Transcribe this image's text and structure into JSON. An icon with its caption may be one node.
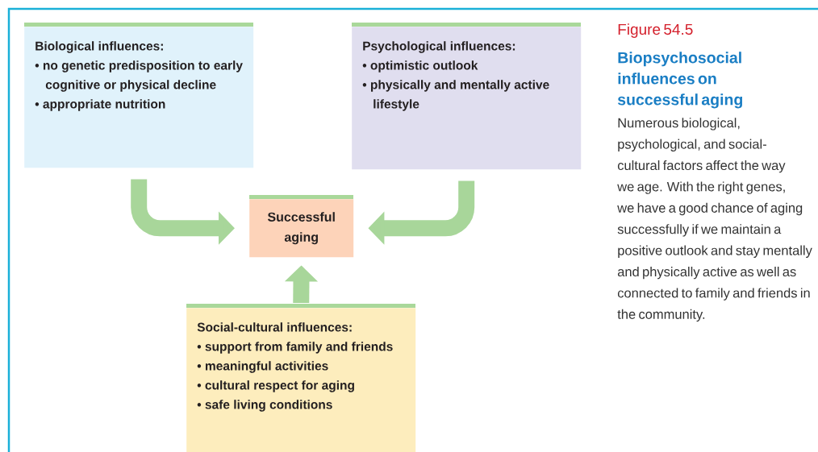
{
  "diagram": {
    "title": "Biopsychosocial influences on successful aging",
    "caption": "Numerous biological, psychological, and social-cultural factors affect the way we age. With the right genes, we have a good chance of aging successfully if we maintain a positive outlook and stay mentally and physically active as well as connected to family and friends in the community.",
    "nodes": [
      {
        "text": [
          "Biological influences:",
          "• no genetic predisposition to early cognitive or physical decline",
          "• appropriate nutrition"
        ]
      },
      {
        "text": [
          "Psychological influences:",
          "• optimistic outlook",
          "• physically and mentally active lifestyle"
        ]
      },
      {
        "text": [
          "Successful aging"
        ]
      },
      {
        "text": [
          "Social-cultural influences:",
          "• support from family and friends",
          "• meaningful activities",
          "• cultural respect for aging",
          "• safe living conditions"
        ]
      }
    ],
    "edges": [
      {
        "from": 0,
        "to": 2,
        "arrow": "to"
      },
      {
        "from": 1,
        "to": 2,
        "arrow": "to"
      },
      {
        "from": 3,
        "to": 2,
        "arrow": "to"
      }
    ],
    "labels": [
      "Figure 54.5"
    ]
  }
}
